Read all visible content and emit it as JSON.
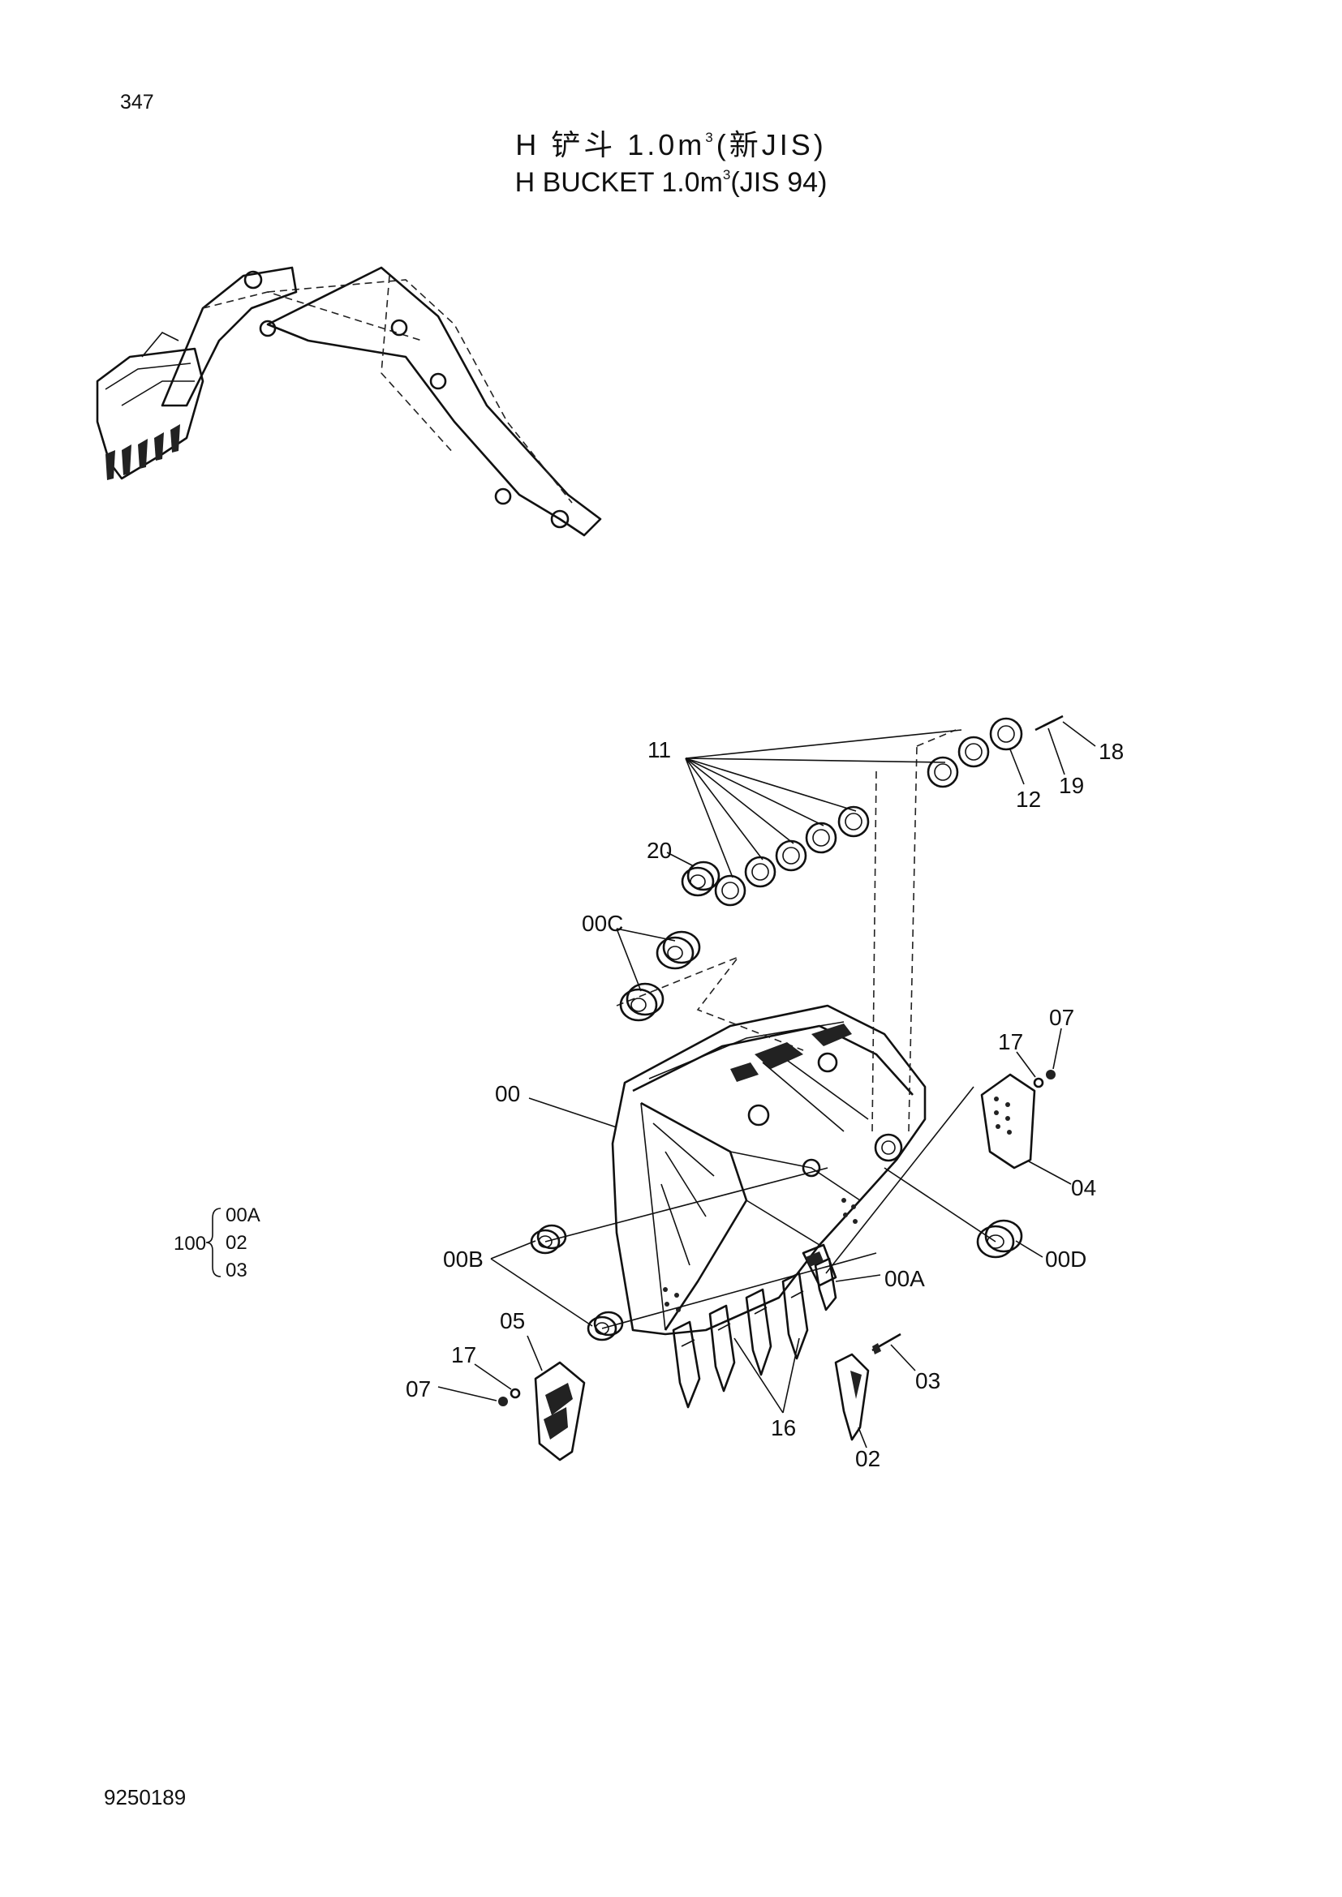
{
  "page_number": "347",
  "title_cn": {
    "prefix": "H 铲斗 1.0m",
    "sup": "3",
    "suffix": "(新JIS)"
  },
  "title_en": {
    "prefix": "H BUCKET 1.0m",
    "sup": "3",
    "suffix": "(JIS 94)"
  },
  "document_number": "9250189",
  "assembly_group": {
    "number": "100",
    "members": [
      "00A",
      "02",
      "03"
    ]
  },
  "callouts": {
    "c11": "11",
    "c18": "18",
    "c19": "19",
    "c12": "12",
    "c20": "20",
    "c00C": "00C",
    "c17a": "17",
    "c07a": "07",
    "c00": "00",
    "c04": "04",
    "c00B": "00B",
    "c00A": "00A",
    "c00D": "00D",
    "c05": "05",
    "c17b": "17",
    "c07b": "07",
    "c03": "03",
    "c16": "16",
    "c02": "02"
  }
}
